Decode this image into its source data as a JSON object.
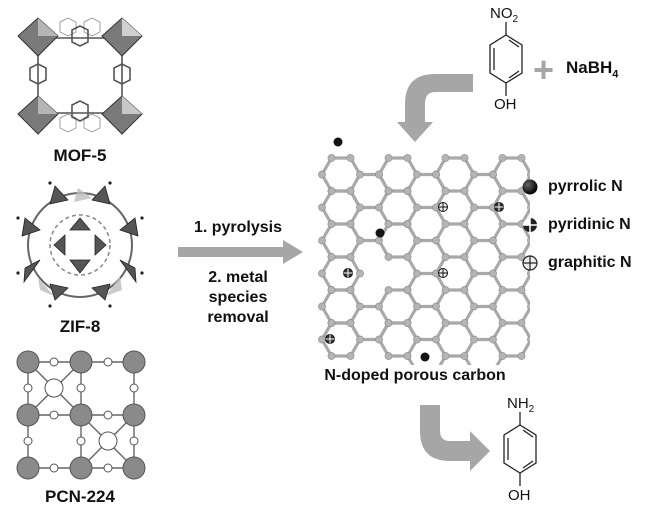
{
  "mofs": [
    {
      "name": "MOF-5",
      "label": "MOF-5"
    },
    {
      "name": "ZIF-8",
      "label": "ZIF-8"
    },
    {
      "name": "PCN-224",
      "label": "PCN-224"
    }
  ],
  "process": {
    "step1": "1. pyrolysis",
    "step2_line1": "2. metal",
    "step2_line2": "species",
    "step2_line3": "removal"
  },
  "product": {
    "label": "N-doped porous carbon"
  },
  "legend": [
    {
      "icon": "pyrrolic-n-icon",
      "label": "pyrrolic N"
    },
    {
      "icon": "pyridinic-n-icon",
      "label": "pyridinic N"
    },
    {
      "icon": "graphitic-n-icon",
      "label": "graphitic N"
    }
  ],
  "reaction": {
    "reactant_top_group": "NO",
    "reactant_top_sub": "2",
    "reactant_bottom_group": "OH",
    "plus": "+",
    "reagent": "NaBH",
    "reagent_sub": "4",
    "product_top_group": "NH",
    "product_top_sub": "2",
    "product_bottom_group": "OH"
  },
  "colors": {
    "arrow": "#a6a6a6",
    "bond": "#a9a9a9",
    "atom": "#b4b4b4",
    "dopant": "#141414",
    "text": "#111111"
  }
}
